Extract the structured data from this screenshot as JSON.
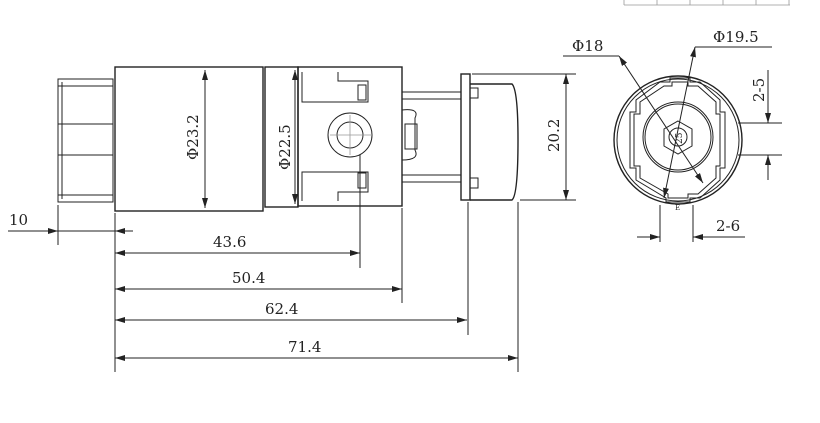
{
  "title": "Switch dimension drawing",
  "side_view": {
    "dims": {
      "d_body": "Φ23.2",
      "d_neck": "Φ22.5",
      "height": "20.2",
      "len_10": "10",
      "len_43_6": "43.6",
      "len_50_4": "50.4",
      "len_62_4": "62.4",
      "len_71_4": "71.4"
    }
  },
  "front_view": {
    "dims": {
      "d_18": "Φ18",
      "d_19_5": "Φ19.5",
      "key_2_5": "2-5",
      "key_2_6": "2-6"
    },
    "center_mark": "25",
    "bottom_mark": "E"
  }
}
